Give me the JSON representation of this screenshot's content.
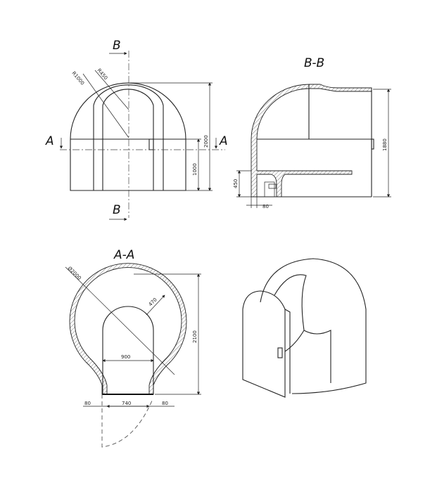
{
  "front_view": {
    "section_marks": {
      "b_top": "B",
      "b_bottom": "B",
      "a_left": "A",
      "a_right": "A"
    },
    "dimensions": {
      "outer_radius": "R1000",
      "inner_radius": "R450",
      "total_height": "2000",
      "wall_height": "1000"
    }
  },
  "section_bb": {
    "title": "B-B",
    "dimensions": {
      "height": "1880",
      "shelf_height": "450",
      "wall_thickness": "80"
    }
  },
  "section_aa": {
    "title": "A-A",
    "dimensions": {
      "diameter": "Ø2000",
      "clearance": "470",
      "inner_width": "900",
      "depth": "2100",
      "left_wall": "80",
      "door_width": "740",
      "right_wall": "80"
    }
  },
  "colors": {
    "line": "#222222",
    "background": "#ffffff"
  }
}
